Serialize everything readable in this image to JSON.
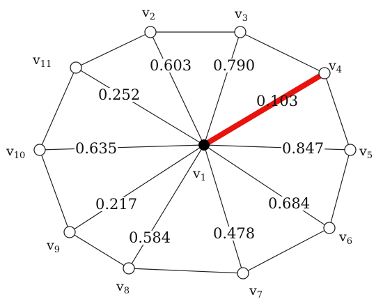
{
  "graph": {
    "center": {
      "id": "v1",
      "base": "v",
      "sub": "1"
    },
    "highlight_color": "#e8130c",
    "center_color": "#000000",
    "vertices": [
      {
        "id": "v2",
        "base": "v",
        "sub": "2"
      },
      {
        "id": "v3",
        "base": "v",
        "sub": "3"
      },
      {
        "id": "v4",
        "base": "v",
        "sub": "4"
      },
      {
        "id": "v5",
        "base": "v",
        "sub": "5"
      },
      {
        "id": "v6",
        "base": "v",
        "sub": "6"
      },
      {
        "id": "v7",
        "base": "v",
        "sub": "7"
      },
      {
        "id": "v8",
        "base": "v",
        "sub": "8"
      },
      {
        "id": "v9",
        "base": "v",
        "sub": "9"
      },
      {
        "id": "v10",
        "base": "v",
        "sub": "10"
      },
      {
        "id": "v11",
        "base": "v",
        "sub": "11"
      }
    ],
    "spokes": [
      {
        "to": "v2",
        "weight": "0.603",
        "highlighted": false
      },
      {
        "to": "v3",
        "weight": "0.790",
        "highlighted": false
      },
      {
        "to": "v4",
        "weight": "0.103",
        "highlighted": true
      },
      {
        "to": "v5",
        "weight": "0.847",
        "highlighted": false
      },
      {
        "to": "v6",
        "weight": "0.684",
        "highlighted": false
      },
      {
        "to": "v7",
        "weight": "0.478",
        "highlighted": false
      },
      {
        "to": "v8",
        "weight": "0.584",
        "highlighted": false
      },
      {
        "to": "v9",
        "weight": "0.217",
        "highlighted": false
      },
      {
        "to": "v10",
        "weight": "0.635",
        "highlighted": false
      },
      {
        "to": "v11",
        "weight": "0.252",
        "highlighted": false
      }
    ],
    "cycle": [
      "v2",
      "v3",
      "v4",
      "v5",
      "v6",
      "v7",
      "v8",
      "v9",
      "v10",
      "v11"
    ]
  }
}
